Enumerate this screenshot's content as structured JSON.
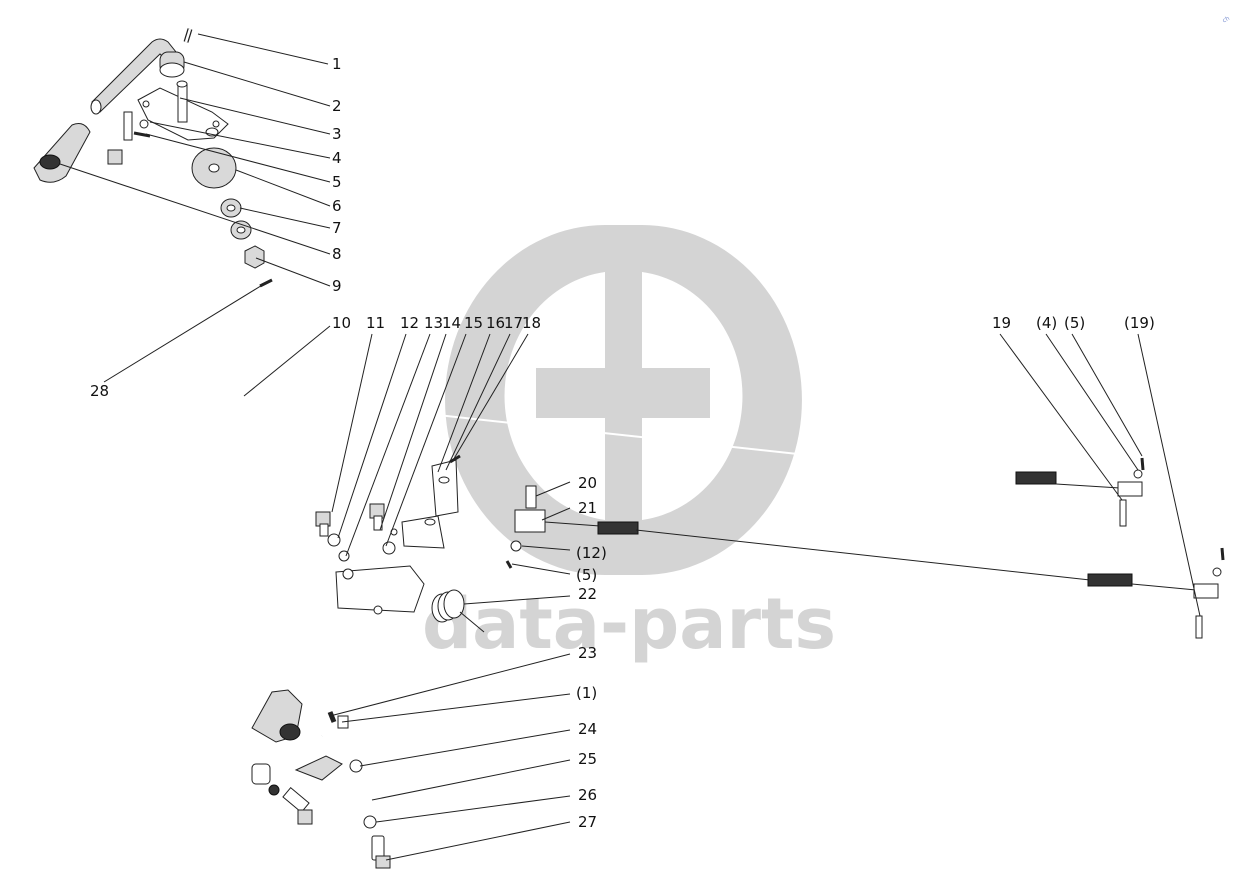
{
  "watermark": {
    "text": "data-parts"
  },
  "corner_mark": "ch",
  "callouts": [
    "1",
    "2",
    "3",
    "4",
    "5",
    "6",
    "7",
    "8",
    "9",
    "10",
    "11",
    "12",
    "13",
    "14",
    "15",
    "16",
    "17",
    "18",
    "19",
    "(4)",
    "(5)",
    "(19)",
    "20",
    "21",
    "(12)",
    "(5)",
    "22",
    "23",
    "(1)",
    "24",
    "25",
    "26",
    "27",
    "28"
  ]
}
